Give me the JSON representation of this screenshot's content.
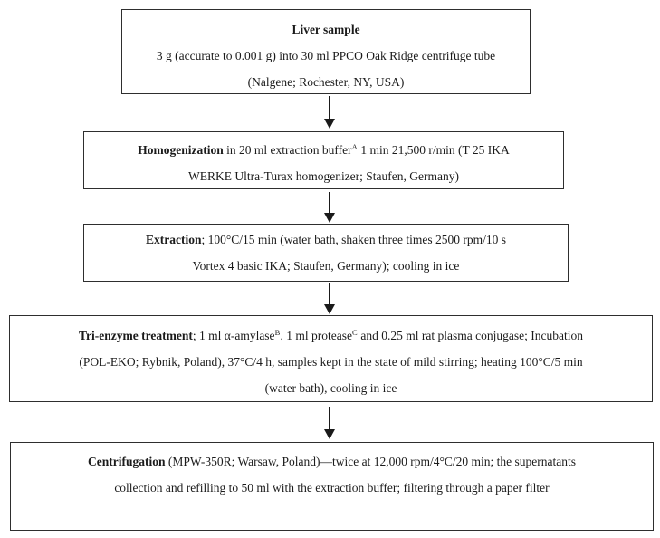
{
  "figure": {
    "type": "flowchart",
    "background_color": "#ffffff",
    "box_border_color": "#2e2e2e",
    "text_color": "#1b1b1b",
    "arrow_color": "#1a1a1a"
  },
  "boxes": [
    {
      "name": "liver-sample",
      "lines": [
        {
          "segments": [
            {
              "style": "bold",
              "text": "Liver sample"
            }
          ]
        },
        {
          "segments": [
            {
              "style": "normal",
              "text": "3 g (accurate to 0.001 g) into 30 ml PPCO Oak Ridge centrifuge tube"
            }
          ]
        },
        {
          "segments": [
            {
              "style": "normal",
              "text": "(Nalgene; Rochester, NY, USA)"
            }
          ]
        }
      ]
    },
    {
      "name": "homogenization",
      "lines": [
        {
          "segments": [
            {
              "style": "bold",
              "text": "Homogenization"
            },
            {
              "style": "normal",
              "text": " in 20 ml extraction buffer"
            },
            {
              "style": "sup",
              "text": "A"
            },
            {
              "style": "normal",
              "text": " 1 min 21,500 r/min (T 25 IKA"
            }
          ]
        },
        {
          "segments": [
            {
              "style": "normal",
              "text": "WERKE Ultra-Turax homogenizer; Staufen, Germany)"
            }
          ]
        }
      ]
    },
    {
      "name": "extraction",
      "lines": [
        {
          "segments": [
            {
              "style": "bold",
              "text": "Extraction"
            },
            {
              "style": "normal",
              "text": "; 100°C/15 min (water bath, shaken three times 2500 rpm/10 s"
            }
          ]
        },
        {
          "segments": [
            {
              "style": "normal",
              "text": "Vortex 4 basic IKA; Staufen, Germany); cooling in ice"
            }
          ]
        }
      ]
    },
    {
      "name": "tri-enzyme-treatment",
      "lines": [
        {
          "segments": [
            {
              "style": "bold",
              "text": "Tri-enzyme treatment"
            },
            {
              "style": "normal",
              "text": "; 1 ml α-amylase"
            },
            {
              "style": "sup",
              "text": "B"
            },
            {
              "style": "normal",
              "text": ", 1 ml protease"
            },
            {
              "style": "sup",
              "text": "C"
            },
            {
              "style": "normal",
              "text": " and 0.25 ml rat plasma conjugase; Incubation"
            }
          ]
        },
        {
          "segments": [
            {
              "style": "normal",
              "text": "(POL-EKO; Rybnik, Poland), 37°C/4 h, samples kept in the state of mild stirring; heating 100°C/5 min"
            }
          ]
        },
        {
          "segments": [
            {
              "style": "normal",
              "text": "(water bath), cooling in ice"
            }
          ]
        }
      ]
    },
    {
      "name": "centrifugation",
      "lines": [
        {
          "segments": [
            {
              "style": "bold",
              "text": "Centrifugation"
            },
            {
              "style": "normal",
              "text": " (MPW-350R; Warsaw, Poland)—twice at 12,000 rpm/4°C/20 min; the supernatants"
            }
          ]
        },
        {
          "segments": [
            {
              "style": "normal",
              "text": "collection and refilling to 50 ml with the extraction buffer; filtering through a paper filter"
            }
          ]
        }
      ]
    }
  ]
}
